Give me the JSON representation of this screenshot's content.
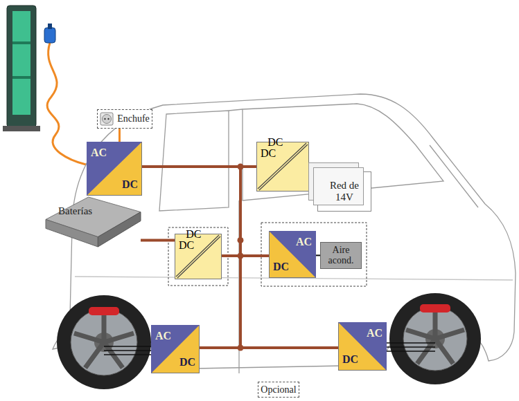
{
  "diagram": {
    "nodes": [
      {
        "text": [
          "Enchufe"
        ]
      },
      {
        "text": [
          "AC",
          "DC"
        ]
      },
      {
        "text": [
          "DC",
          "DC"
        ]
      },
      {
        "text": [
          "Red de 14V"
        ]
      },
      {
        "text": [
          "Baterías"
        ]
      },
      {
        "text": [
          "DC",
          "DC"
        ]
      },
      {
        "text": [
          "AC",
          "DC"
        ]
      },
      {
        "text": [
          "Aire acond."
        ]
      },
      {
        "text": [
          "AC",
          "DC"
        ]
      },
      {
        "text": [
          "AC",
          "DC"
        ]
      },
      {
        "text": [
          "Opcional"
        ]
      }
    ],
    "edges": [
      {
        "from": 0,
        "to": 1,
        "arrow": "none"
      },
      {
        "from": 1,
        "to": 2,
        "arrow": "none"
      },
      {
        "from": 2,
        "to": 3,
        "arrow": "none"
      },
      {
        "from": 4,
        "to": 5,
        "arrow": "none"
      },
      {
        "from": 5,
        "to": 6,
        "arrow": "none"
      },
      {
        "from": 6,
        "to": 7,
        "arrow": "none"
      },
      {
        "from": 8,
        "to": 9,
        "arrow": "none"
      }
    ]
  }
}
